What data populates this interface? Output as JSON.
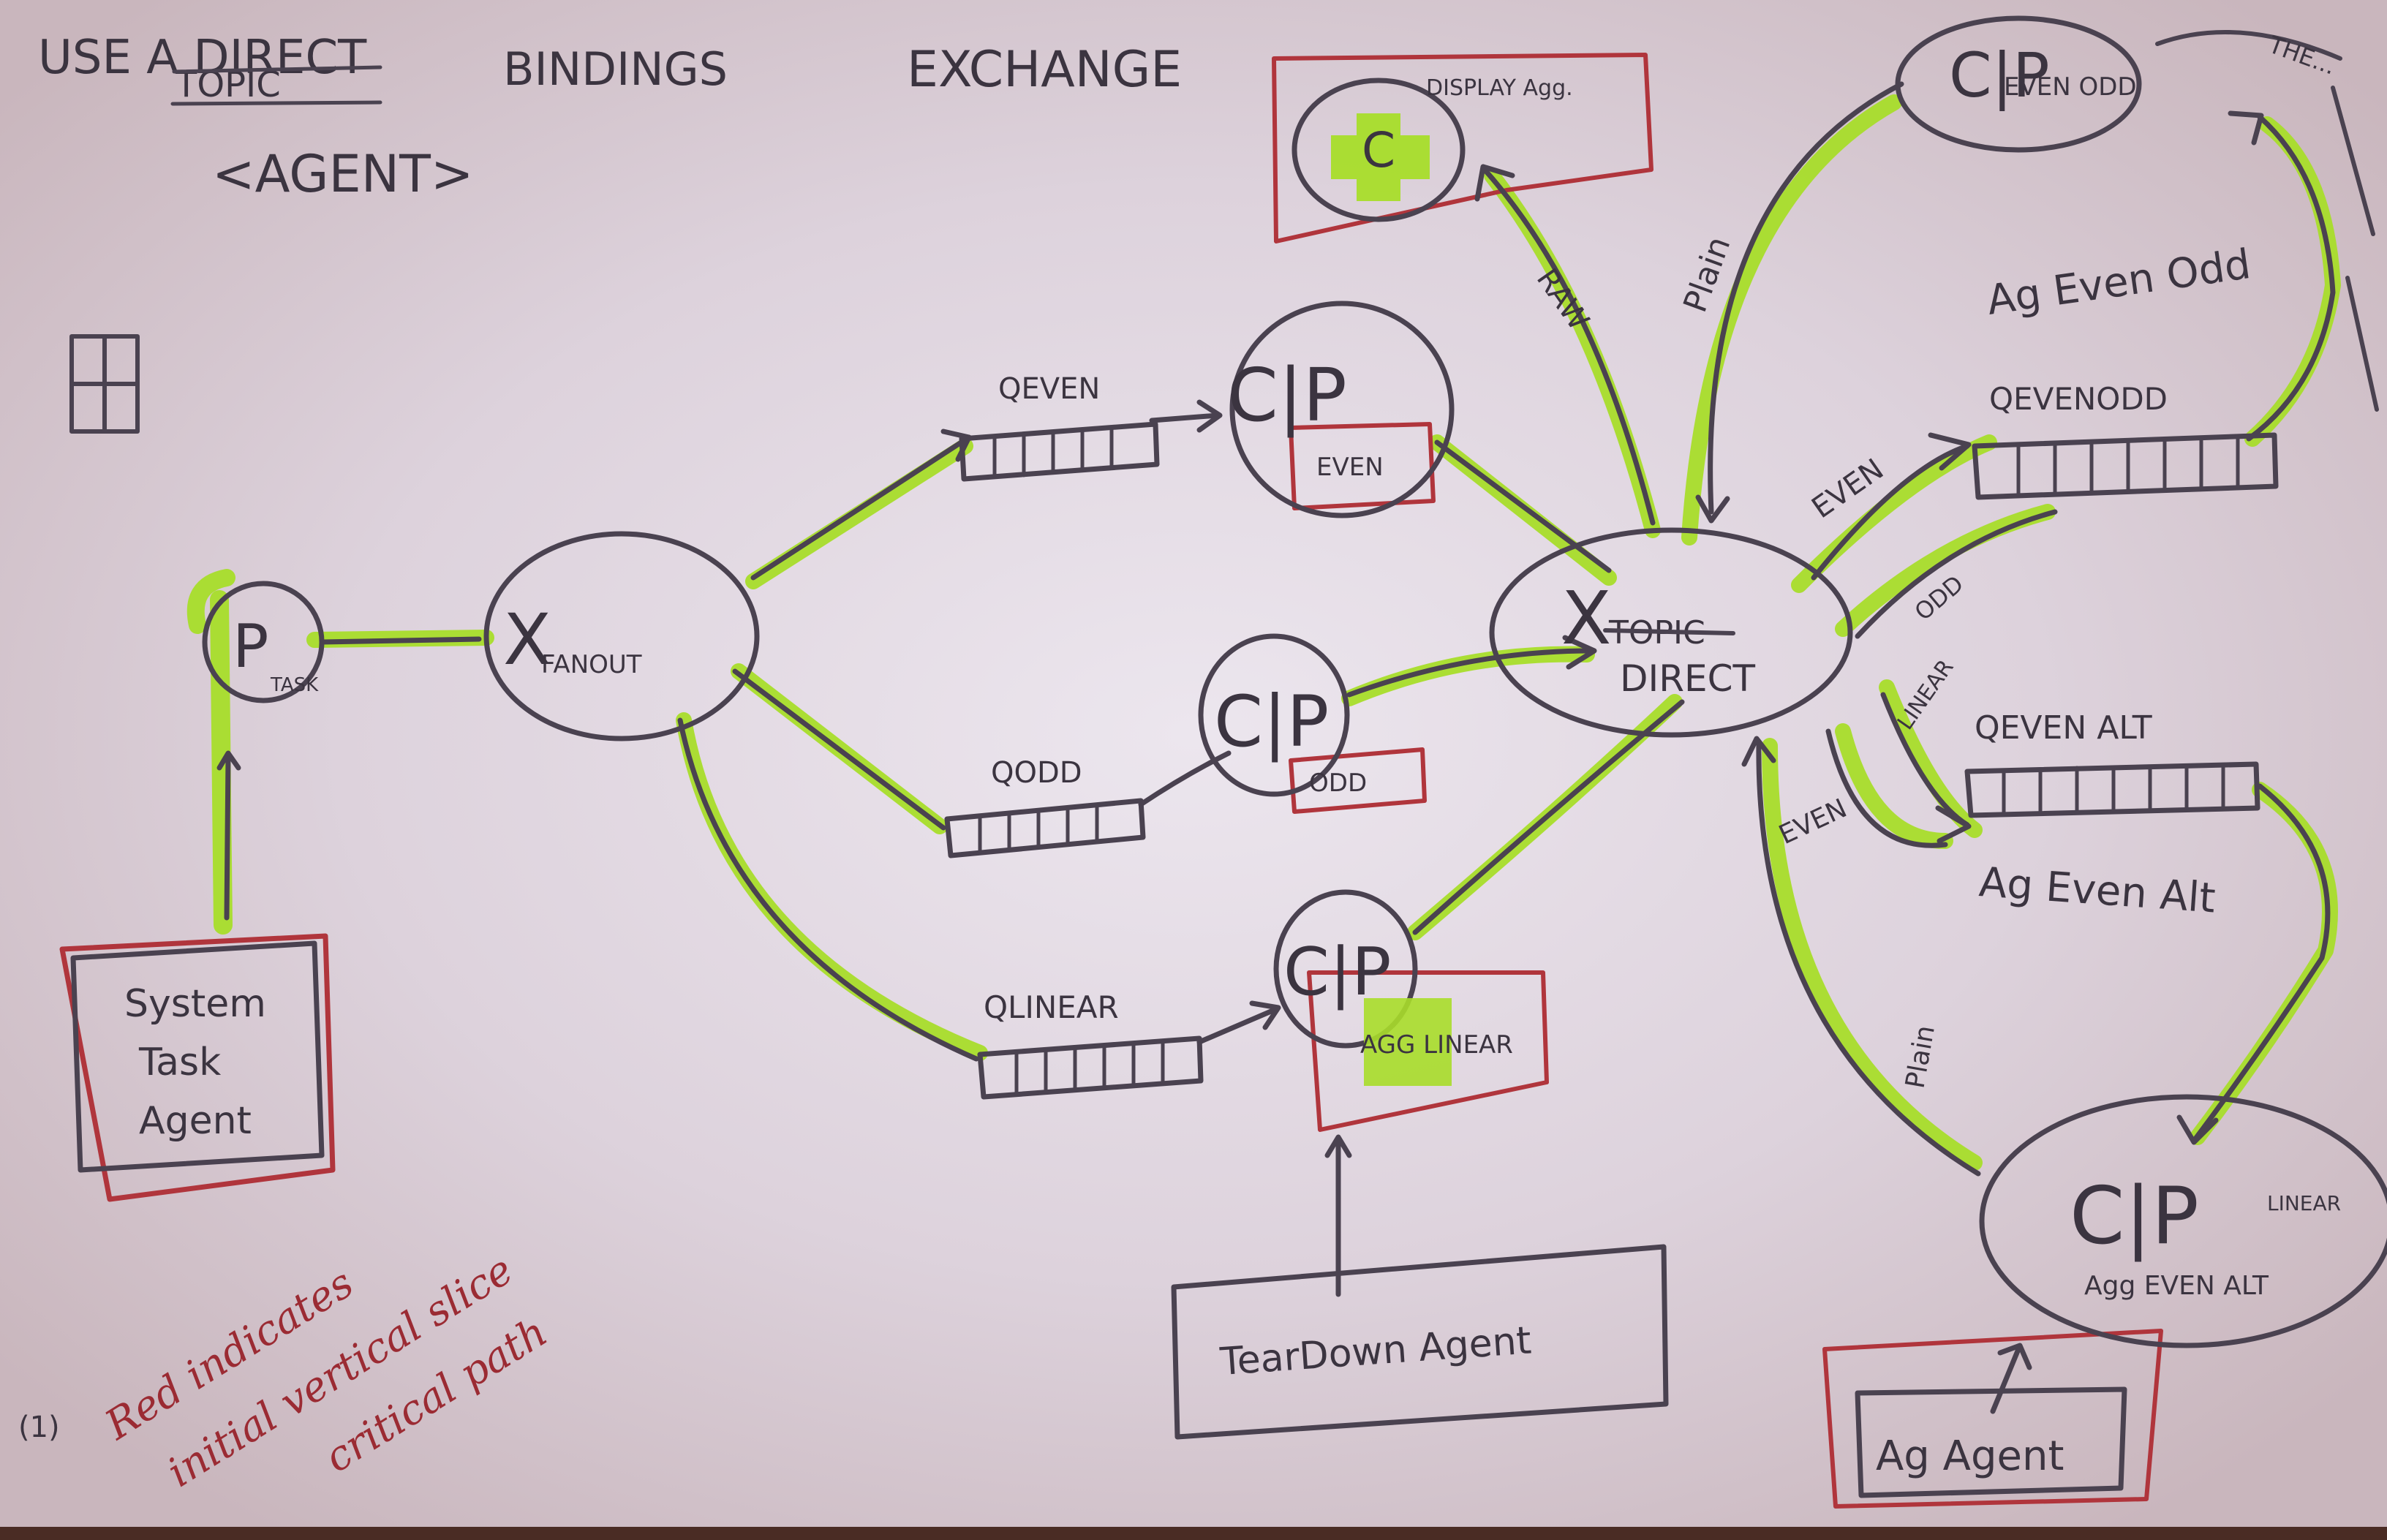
{
  "header": {
    "use_a": "USE A DIRECT",
    "topic": "TOPIC",
    "agent": "<AGENT>",
    "bindings": "BINDINGS",
    "exchange": "EXCHANGE"
  },
  "nodes": {
    "p_task": {
      "letter": "P",
      "sub": "TASK"
    },
    "x_fanout": {
      "letter": "X",
      "sub": "FANOUT"
    },
    "x_direct": {
      "letter": "X",
      "struck": "TOPIC",
      "sub": "DIRECT"
    },
    "cp_even": {
      "letter": "C|P",
      "tag": "EVEN"
    },
    "cp_odd": {
      "letter": "C|P",
      "tag": "ODD"
    },
    "cp_linear": {
      "letter": "C|P",
      "tag": "AGG LINEAR"
    },
    "c_display": {
      "letter": "C",
      "label": "DISPLAY Agg."
    },
    "cp_even_odd": {
      "letter": "C|P",
      "sub": "EVEN ODD"
    },
    "cp_agg_even_alt": {
      "letter": "C|P",
      "sub": "Agg EVEN ALT",
      "side": "LINEAR"
    }
  },
  "queues": {
    "q_even": "QEVEN",
    "q_odd": "QODD",
    "q_linear": "QLINEAR",
    "q_even_odd": "QEVENODD",
    "q_even_alt": "QEVEN ALT"
  },
  "labels": {
    "raw": "RAW",
    "plain_top": "Plain",
    "plain_bottom": "Plain",
    "even": "EVEN",
    "odd": "ODD",
    "linear": "LINEAR",
    "even_bottom": "EVEN",
    "agg_even_odd": "Ag Even Odd",
    "agg_even_alt": "Ag Even Alt",
    "the_right": "THE..."
  },
  "boxes": {
    "system_task_agent": [
      "System",
      "Task",
      "Agent"
    ],
    "teardown_agent": "TearDown Agent",
    "agg_agent": "Ag Agent"
  },
  "note": {
    "number": "(1)",
    "lines": [
      "Red indicates",
      "initial vertical slice",
      "critical path"
    ]
  }
}
